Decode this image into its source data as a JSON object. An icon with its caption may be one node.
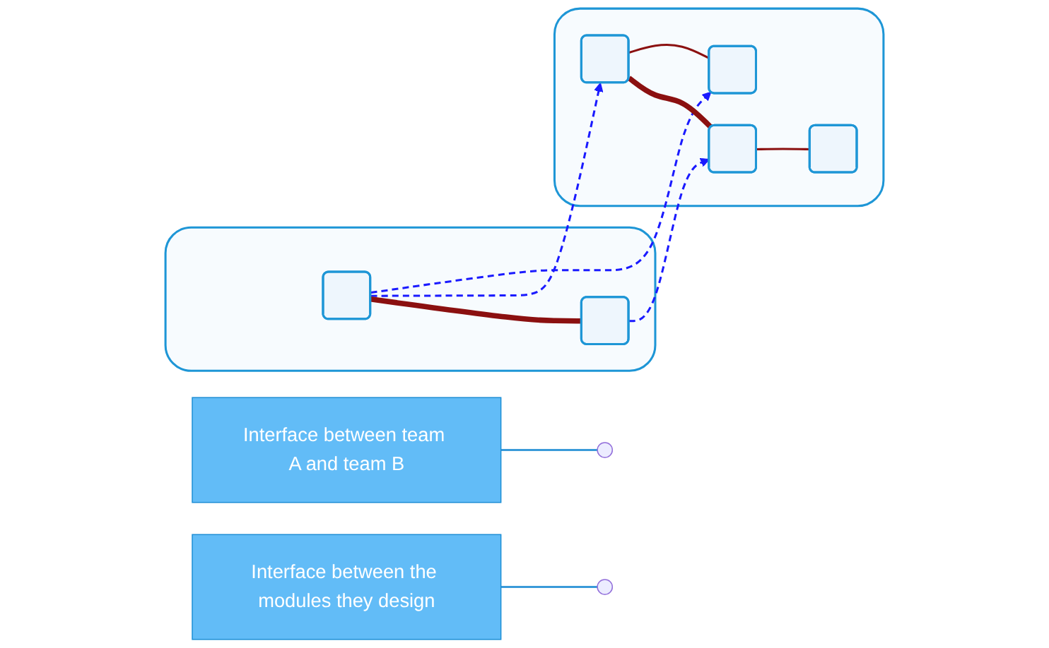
{
  "diagram": {
    "nodes": [
      {
        "text": [],
        "shape": "box"
      },
      {
        "text": [],
        "shape": "box",
        "in": 0
      },
      {
        "text": [],
        "shape": "box",
        "in": 0
      },
      {
        "text": [],
        "shape": "box"
      },
      {
        "text": [],
        "shape": "box",
        "in": 3
      },
      {
        "text": [],
        "shape": "box",
        "in": 3
      },
      {
        "text": [],
        "shape": "box",
        "in": 3
      },
      {
        "text": [],
        "shape": "box",
        "in": 3
      },
      {
        "text": [
          "Interface between team A and team B"
        ]
      },
      {
        "text": [
          "Interface between the modules they design"
        ]
      }
    ],
    "edges": [
      {
        "from": 1,
        "to": 5,
        "arrow": "to",
        "style": "dashed",
        "color": "#1a1aff"
      },
      {
        "from": 1,
        "to": 4,
        "arrow": "to",
        "style": "dashed",
        "color": "#1a1aff"
      },
      {
        "from": 2,
        "to": 6,
        "arrow": "to",
        "style": "dashed",
        "color": "#1a1aff"
      },
      {
        "from": 1,
        "to": 2,
        "arrow": "none",
        "style": "thick",
        "color": "#8b1010"
      },
      {
        "from": 4,
        "to": 5,
        "arrow": "none",
        "color": "#8b1010"
      },
      {
        "from": 4,
        "to": 6,
        "arrow": "none",
        "style": "thick",
        "color": "#8b1010"
      },
      {
        "from": 6,
        "to": 7,
        "arrow": "none",
        "color": "#8b1010"
      },
      {
        "from": 8,
        "to": null,
        "arrow": "none",
        "color": "#3a9ad9"
      },
      {
        "from": 9,
        "to": null,
        "arrow": "none",
        "color": "#3a9ad9"
      }
    ]
  }
}
